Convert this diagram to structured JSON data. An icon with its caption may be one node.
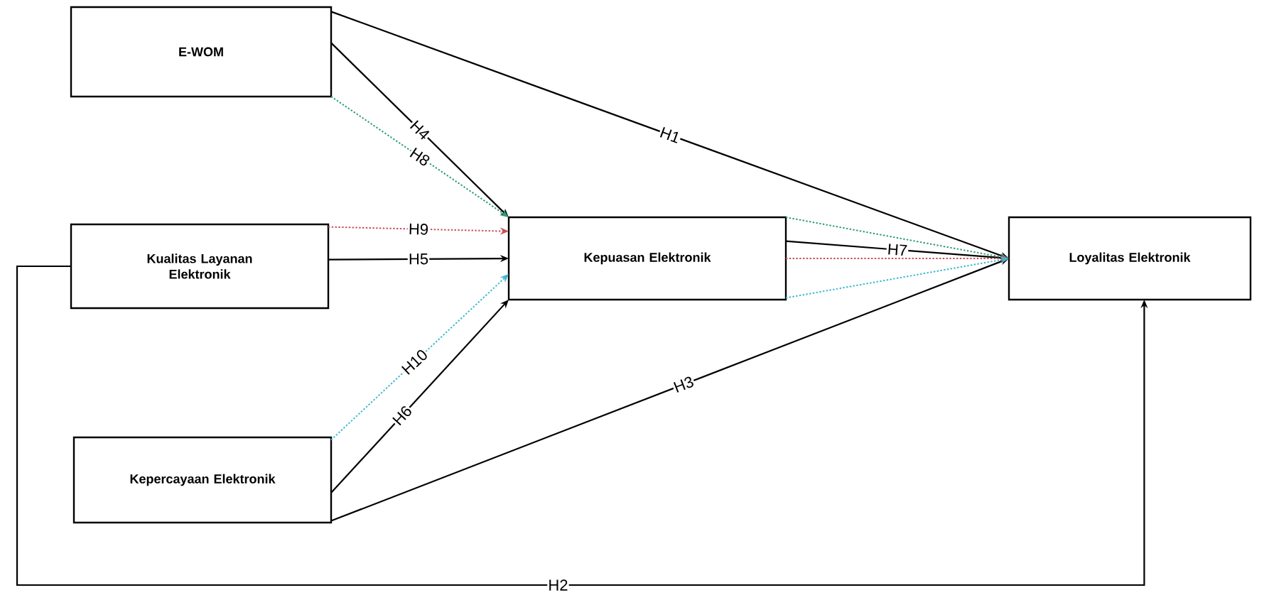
{
  "diagram": {
    "nodes": [
      {
        "text": [
          "E-WOM"
        ]
      },
      {
        "text": [
          "Kualitas Layanan Elektronik"
        ]
      },
      {
        "text": [
          "Kepercayaan Elektronik"
        ]
      },
      {
        "text": [
          "Kepuasan Elektronik"
        ]
      },
      {
        "text": [
          "Loyalitas Elektronik"
        ]
      }
    ],
    "edges": [
      {
        "from": 0,
        "to": 4,
        "arrow": "to",
        "label": "H1"
      },
      {
        "from": 0,
        "to": 3,
        "arrow": "to",
        "label": "H4"
      },
      {
        "from": 0,
        "to": 3,
        "arrow": "to",
        "label": "H8",
        "style": "dashed",
        "color": "#2e9e7a"
      },
      {
        "from": 1,
        "to": 3,
        "arrow": "to",
        "label": "H9",
        "style": "dashed",
        "color": "#c8505a"
      },
      {
        "from": 1,
        "to": 3,
        "arrow": "to",
        "label": "H5"
      },
      {
        "from": 2,
        "to": 3,
        "arrow": "to",
        "label": "H10",
        "style": "dashed",
        "color": "#3fb8d0"
      },
      {
        "from": 2,
        "to": 3,
        "arrow": "to",
        "label": "H6"
      },
      {
        "from": 2,
        "to": 4,
        "arrow": "to",
        "label": "H3"
      },
      {
        "from": 3,
        "to": 4,
        "arrow": "to",
        "label": "H7"
      },
      {
        "from": 3,
        "to": 4,
        "arrow": "to",
        "style": "dashed",
        "color": "#2e9e7a"
      },
      {
        "from": 3,
        "to": 4,
        "arrow": "to",
        "style": "dashed",
        "color": "#c8505a"
      },
      {
        "from": 3,
        "to": 4,
        "arrow": "to",
        "style": "dashed",
        "color": "#3fb8d0"
      },
      {
        "from": 1,
        "to": 4,
        "arrow": "to",
        "label": "H2"
      }
    ]
  }
}
